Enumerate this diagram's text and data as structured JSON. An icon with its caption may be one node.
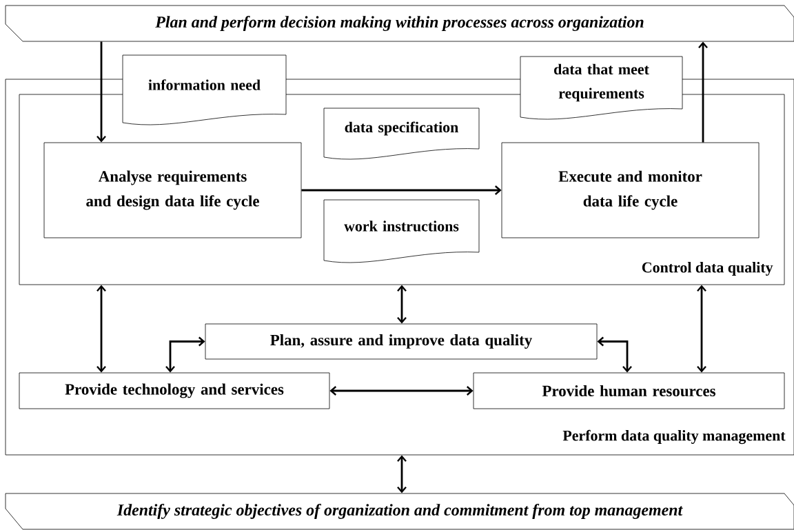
{
  "diagram": {
    "nodes": [
      {
        "text": [
          "Plan and perform decision making within processes across organization"
        ]
      },
      {
        "text": [
          "Perform data quality management"
        ]
      },
      {
        "text": [
          "Control data quality"
        ],
        "in": 1
      },
      {
        "text": [
          "information need"
        ]
      },
      {
        "text": [
          "data that meet requirements"
        ]
      },
      {
        "text": [
          "Analyse requirements and design data life cycle"
        ],
        "in": 2
      },
      {
        "text": [
          "data specification"
        ],
        "in": 2
      },
      {
        "text": [
          "Execute and monitor data life cycle"
        ],
        "in": 2
      },
      {
        "text": [
          "work instructions"
        ],
        "in": 2
      },
      {
        "text": [
          "Plan, assure and improve data quality"
        ],
        "in": 1
      },
      {
        "text": [
          "Provide technology and services"
        ],
        "in": 1
      },
      {
        "text": [
          "Provide human resources"
        ],
        "in": 1
      },
      {
        "text": [
          "Identify strategic objectives of organization and commitment from top management"
        ]
      }
    ],
    "edges": [
      {
        "from": 0,
        "to": 5,
        "arrow": "to"
      },
      {
        "from": 5,
        "to": 7,
        "arrow": "to"
      },
      {
        "from": 7,
        "to": 0,
        "arrow": "to"
      },
      {
        "from": 2,
        "to": 10,
        "arrow": "both"
      },
      {
        "from": 2,
        "to": 9,
        "arrow": "both"
      },
      {
        "from": 2,
        "to": 11,
        "arrow": "both"
      },
      {
        "from": 10,
        "to": 9,
        "arrow": "both"
      },
      {
        "from": 9,
        "to": 11,
        "arrow": "both"
      },
      {
        "from": 10,
        "to": 11,
        "arrow": "both"
      },
      {
        "from": 1,
        "to": 12,
        "arrow": "both"
      }
    ]
  }
}
